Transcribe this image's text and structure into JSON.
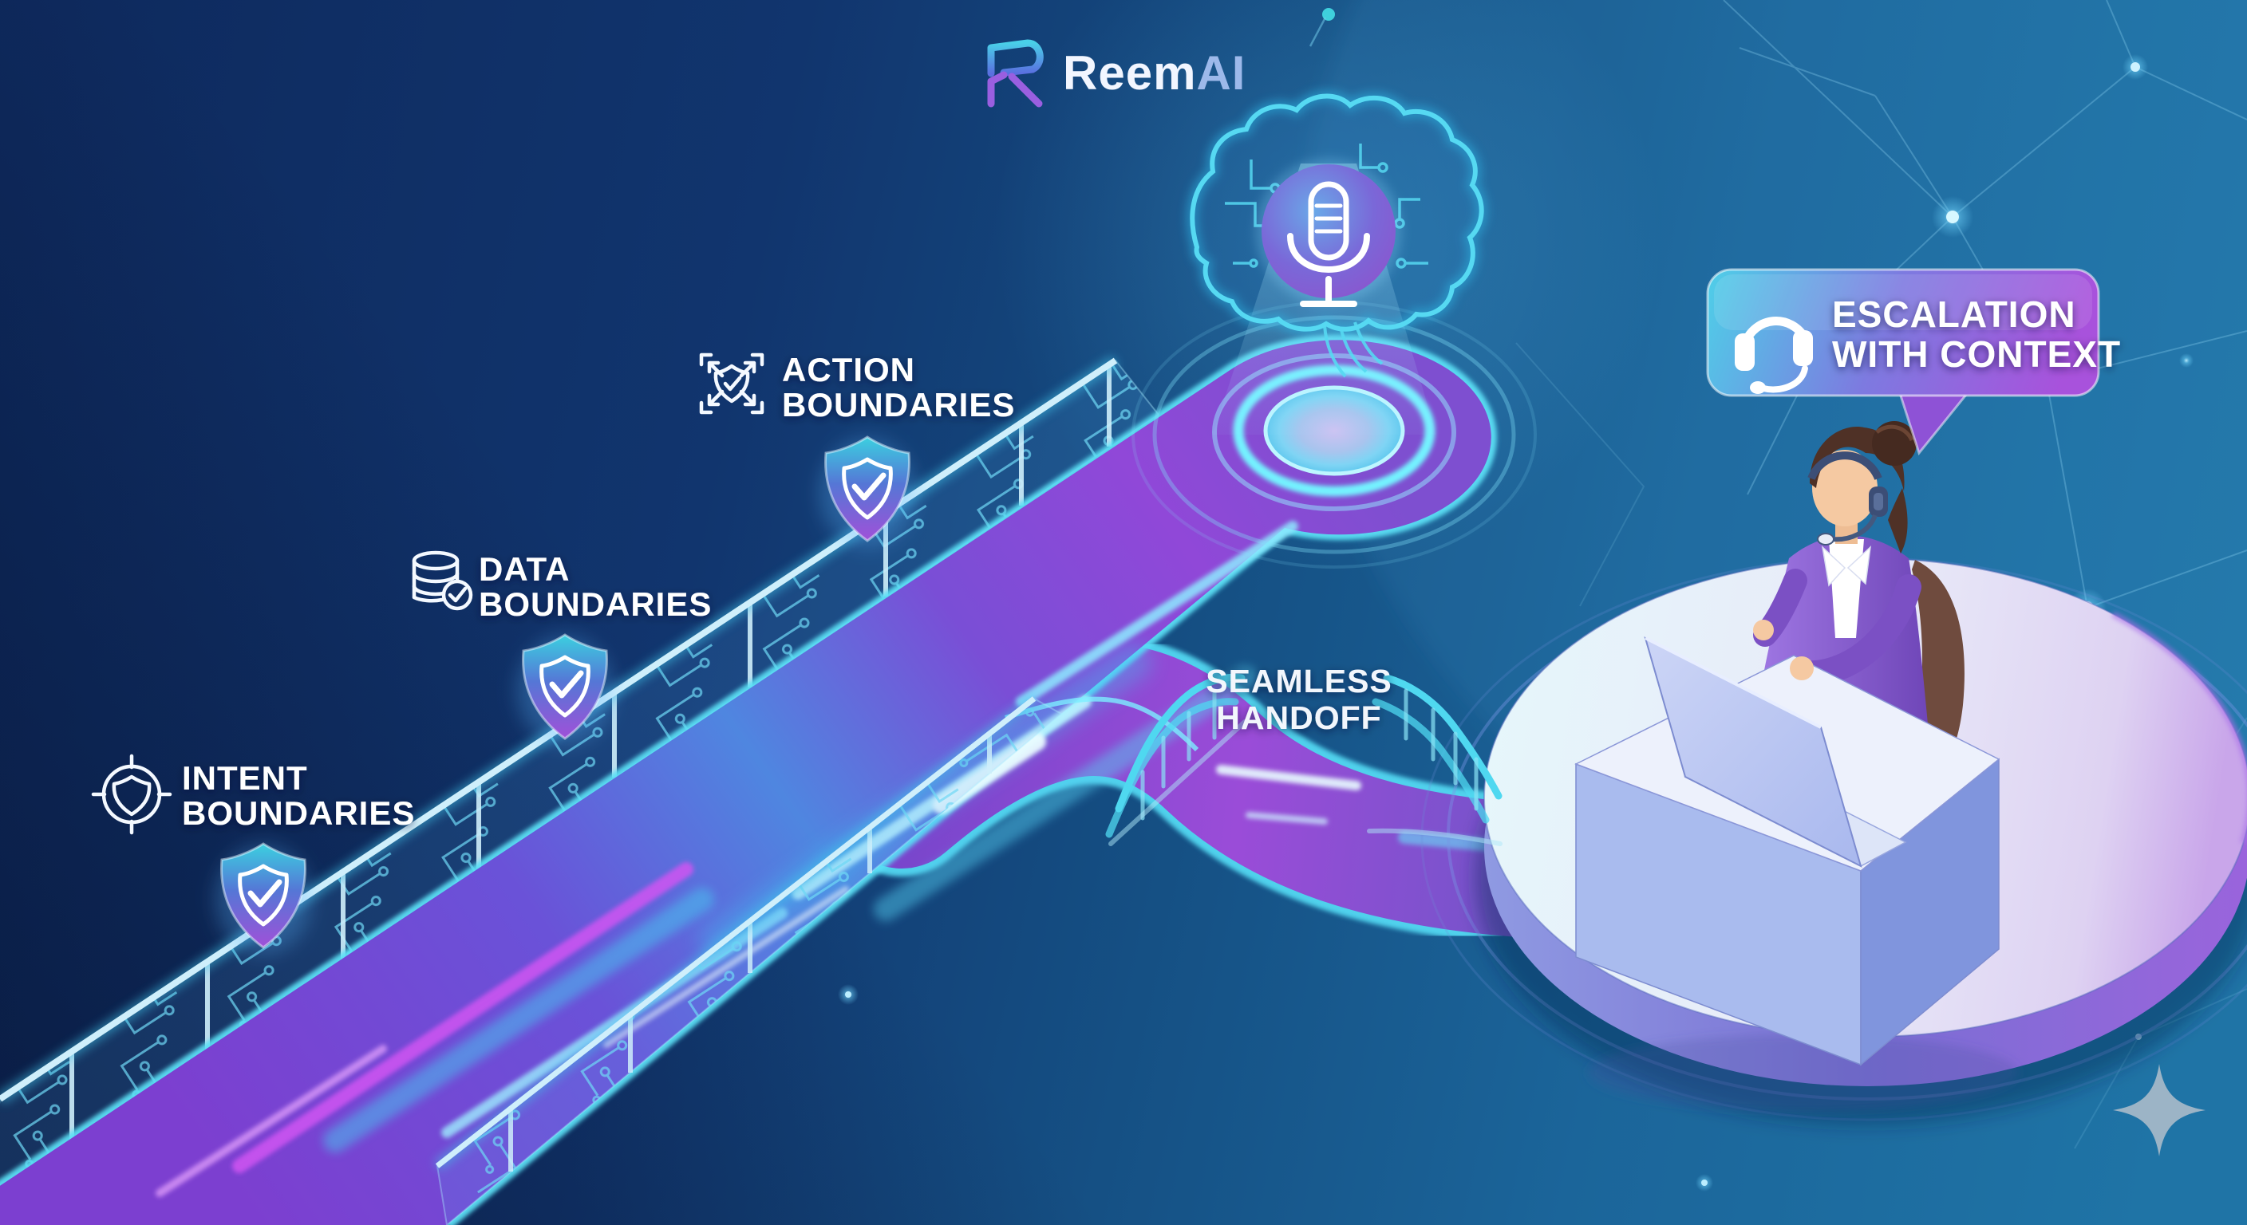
{
  "brand": {
    "name_primary": "Reem",
    "name_secondary": "AI",
    "logomark_icon": "reemai-logomark-icon"
  },
  "boundaries": [
    {
      "id": "action",
      "line1": "ACTION",
      "line2": "BOUNDARIES",
      "icon": "expand-arrows-shield-icon"
    },
    {
      "id": "data",
      "line1": "DATA",
      "line2": "BOUNDARIES",
      "icon": "database-check-icon"
    },
    {
      "id": "intent",
      "line1": "INTENT",
      "line2": "BOUNDARIES",
      "icon": "target-shield-icon"
    }
  ],
  "handoff": {
    "line1": "SEAMLESS",
    "line2": "HANDOFF"
  },
  "escalation": {
    "line1": "ESCALATION",
    "line2": "WITH CONTEXT",
    "icon": "headset-icon"
  },
  "icons": [
    "reemai-logomark-icon",
    "expand-arrows-shield-icon",
    "database-check-icon",
    "target-shield-icon",
    "shield-check-badge-icon",
    "circuit-brain-icon",
    "microphone-icon",
    "headset-icon",
    "sparkle-icon"
  ],
  "colors": {
    "background_left": "#0e2a5e",
    "background_right": "#1f74a6",
    "road_purple": "#8a46d2",
    "road_blue": "#4f86e0",
    "neon_cyan": "#66e8fa",
    "magenta_streak": "#d055f2",
    "shield_gradient_top": "#3bd0e0",
    "shield_gradient_bottom": "#a050d8",
    "bubble_gradient_left": "#4ecfe8",
    "bubble_gradient_right": "#a852dc",
    "platform_top": "#e6f7fb",
    "platform_rim": "#7a6fd4",
    "desk_front": "#a9bbee",
    "agent_blazer": "#7b50c4",
    "text_primary": "#ffffff",
    "logo_text": "#f2f6ff",
    "logo_ai": "#9db9ea",
    "sparkle": "#a7bac9"
  }
}
